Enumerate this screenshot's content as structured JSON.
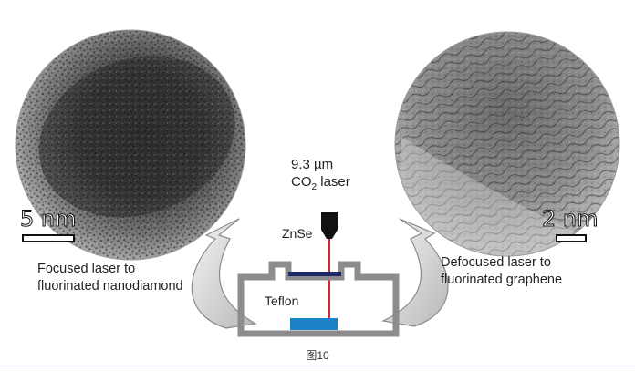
{
  "left_panel": {
    "scale_label": "5 nm",
    "caption_lines": [
      "Focused laser to",
      "fluorinated nanodiamond"
    ]
  },
  "right_panel": {
    "scale_label": "2 nm",
    "caption_lines": [
      "Defocused laser to",
      "fluorinated graphene"
    ]
  },
  "setup": {
    "laser_label_line1": "9.3 µm",
    "laser_label_line2_prefix": "CO",
    "laser_label_line2_sub": "2",
    "laser_label_line2_suffix": " laser",
    "window_label": "ZnSe",
    "cell_label": "Teflon"
  },
  "figure_caption": "图10"
}
